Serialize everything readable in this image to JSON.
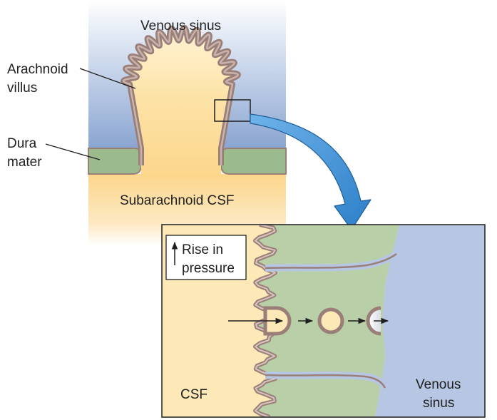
{
  "labels": {
    "venous_sinus_top": "Venous sinus",
    "arachnoid_line1": "Arachnoid",
    "arachnoid_line2": "villus",
    "dura_line1": "Dura",
    "dura_line2": "mater",
    "subarachnoid_csf": "Subarachnoid CSF",
    "rise_line1": "Rise in",
    "rise_line2": "pressure",
    "csf": "CSF",
    "venous_sinus_inset_line1": "Venous",
    "venous_sinus_inset_line2": "sinus"
  },
  "colors": {
    "venous_blood": "#8fa9d3",
    "csf": "#fbdc9c",
    "dura": "#9cbb8d",
    "membrane": "#9a7f78",
    "arrow": "#3b8bd0"
  }
}
